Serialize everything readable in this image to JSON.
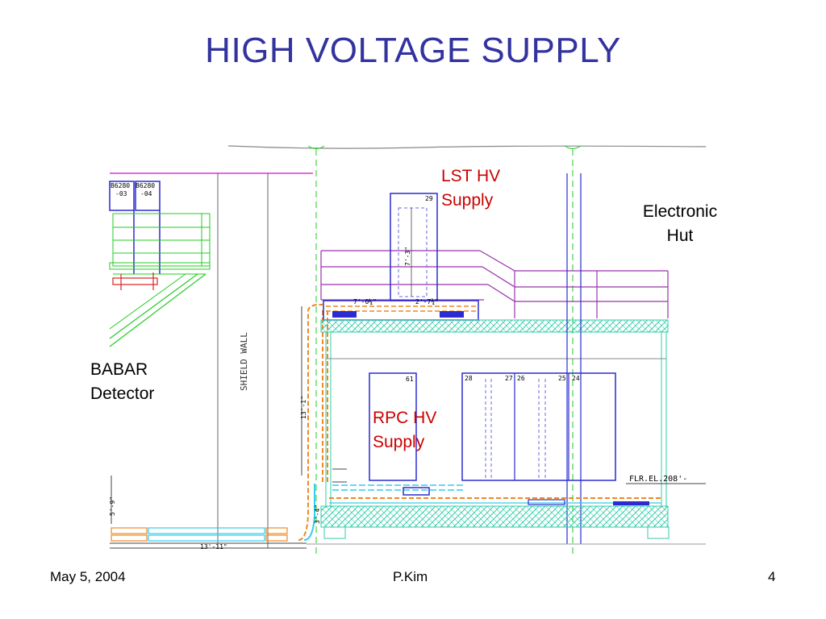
{
  "slide": {
    "title": "HIGH VOLTAGE SUPPLY",
    "footer_left": "May 5, 2004",
    "footer_center": "P.Kim",
    "footer_right": "4"
  },
  "labels": {
    "lst_hv_line1": "LST HV",
    "lst_hv_line2": "Supply",
    "electronic_line1": "Electronic",
    "electronic_line2": "Hut",
    "babar_line1": "BABAR",
    "babar_line2": "Detector",
    "rpc_hv_line1": "RPC HV",
    "rpc_hv_line2": "Supply"
  },
  "drawing_text": {
    "shield_wall": "SHIELD WALL",
    "rack_a": "B6280",
    "rack_a_sub": "-03",
    "rack_b": "B6280",
    "rack_b_sub": "-04",
    "dim_13_11_h": "13'-11\"",
    "dim_13_1_v": "13'-1\"",
    "dim_7_3": "7'-3\"",
    "dim_7_8": "7'-0¼\"",
    "dim_2_7": "2'-7¾\"",
    "dim_3_4": "3'-4\"",
    "dim_5_9": "5'-9\"",
    "flr_el": "FLR.EL.208'-",
    "rack_29": "29",
    "rack_61": "61",
    "rack_28": "28",
    "rack_27": "27",
    "rack_26": "26",
    "rack_25": "25",
    "rack_24": "24"
  },
  "colors": {
    "title": "#3333a0",
    "red_label": "#cc0000",
    "cad_blue": "#2b2bd0",
    "cad_green": "#22cc22",
    "cad_purple": "#9933aa",
    "cad_cyan": "#33ccee",
    "cad_orange": "#ee8822",
    "cad_magenta": "#dd33dd"
  }
}
